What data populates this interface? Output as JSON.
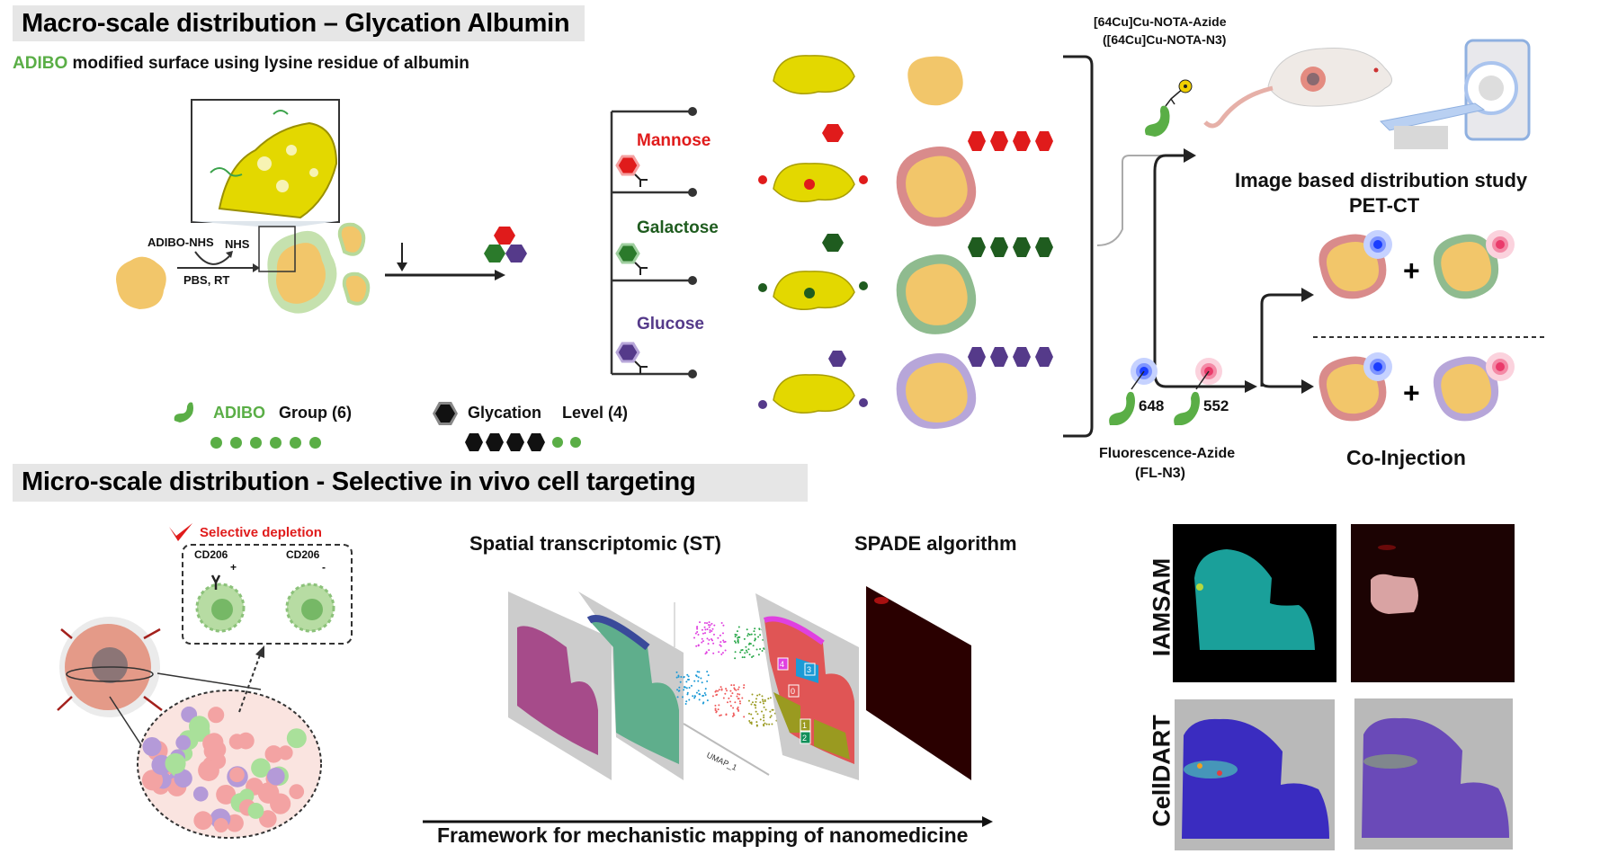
{
  "macro": {
    "title": "Macro-scale distribution – Glycation Albumin",
    "subtitle_highlight": "ADIBO",
    "subtitle_rest": " modified surface using lysine residue of albumin",
    "reaction": {
      "reagent": "ADIBO-NHS",
      "byproduct": "NHS",
      "conditions": "PBS, RT"
    },
    "sugars": [
      {
        "name": "Mannose",
        "color": "#e01b1b"
      },
      {
        "name": "Galactose",
        "color": "#1f5c1f"
      },
      {
        "name": "Glucose",
        "color": "#553a8a"
      }
    ],
    "legend": {
      "adibo_label": "ADIBO",
      "group_label": "Group (6)",
      "adibo_count": 6,
      "glycation_label": "Glycation",
      "level_label": "Level (4)",
      "glycation_level": 4
    },
    "pet_probe": {
      "line1": "[64Cu]Cu-NOTA-Azide",
      "line2": "([64Cu]Cu-NOTA-N3)"
    },
    "fl_probe": {
      "line1": "Fluorescence-Azide",
      "line2": "(FL-N3)",
      "dye1": "648",
      "dye2": "552"
    },
    "pet_study": {
      "line1": "Image based distribution study",
      "line2": "PET-CT"
    },
    "coinjection_label": "Co-Injection",
    "plus": "+"
  },
  "micro": {
    "title": "Micro-scale distribution - Selective in vivo cell targeting",
    "selective_depletion": "Selective depletion",
    "cd206_pos": "CD206",
    "cd206_pos_sign": "+",
    "cd206_neg": "CD206",
    "cd206_neg_sign": "-",
    "st_label": "Spatial transcriptomic (ST)",
    "spade_label": "SPADE algorithm",
    "umap_axis": "UMAP_1",
    "cluster_labels": [
      "4",
      "3",
      "0",
      "1",
      "2"
    ],
    "framework_label": "Framework for mechanistic mapping of nanomedicine",
    "method_rows": [
      "IAMSAM",
      "CellDART"
    ]
  },
  "colors": {
    "adibo_green": "#5aae46",
    "banner_bg": "#e6e6e6",
    "albumin": "#f2c66a",
    "mannose": "#e01b1b",
    "galactose": "#1f5c1f",
    "glucose": "#553a8a",
    "dye_blue": "#1a3dff",
    "dye_pink": "#ea3b6b"
  }
}
